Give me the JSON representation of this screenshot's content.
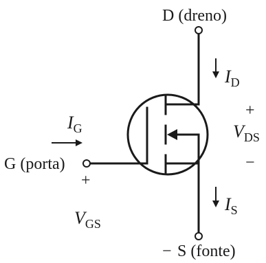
{
  "terminals": {
    "drain": "D (dreno)",
    "gate": "G (porta)",
    "source": "S (fonte)"
  },
  "currents": {
    "drain": {
      "symbol": "I",
      "sub": "D"
    },
    "gate": {
      "symbol": "I",
      "sub": "G"
    },
    "source": {
      "symbol": "I",
      "sub": "S"
    }
  },
  "voltages": {
    "vds": {
      "symbol": "V",
      "sub": "DS",
      "plus": "+",
      "minus": "−"
    },
    "vgs": {
      "symbol": "V",
      "sub": "GS",
      "plus": "+",
      "minus": "−"
    }
  }
}
